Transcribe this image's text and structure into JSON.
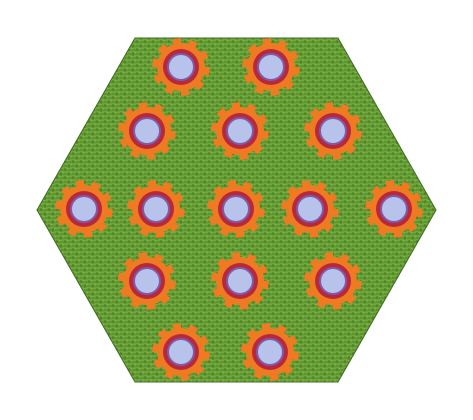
{
  "board": {
    "shape": "hexagon",
    "texture": "grass",
    "colors": {
      "grass_base": "#6fa83a",
      "grass_dark": "#3e6b22",
      "grass_light": "#8cc34d",
      "cog_outer": "#f07a22",
      "ring": "#b8283c",
      "hole": "#b7c3ea",
      "page_background": "#ffffff"
    },
    "rows": [
      {
        "holes": 2
      },
      {
        "holes": 3
      },
      {
        "holes": 5
      },
      {
        "holes": 3
      },
      {
        "holes": 2
      }
    ],
    "total_holes": 15,
    "hole_style": {
      "icon": "cog-ring-hole-icon",
      "ring_color": "crimson-purple",
      "center_color": "lavender"
    }
  }
}
